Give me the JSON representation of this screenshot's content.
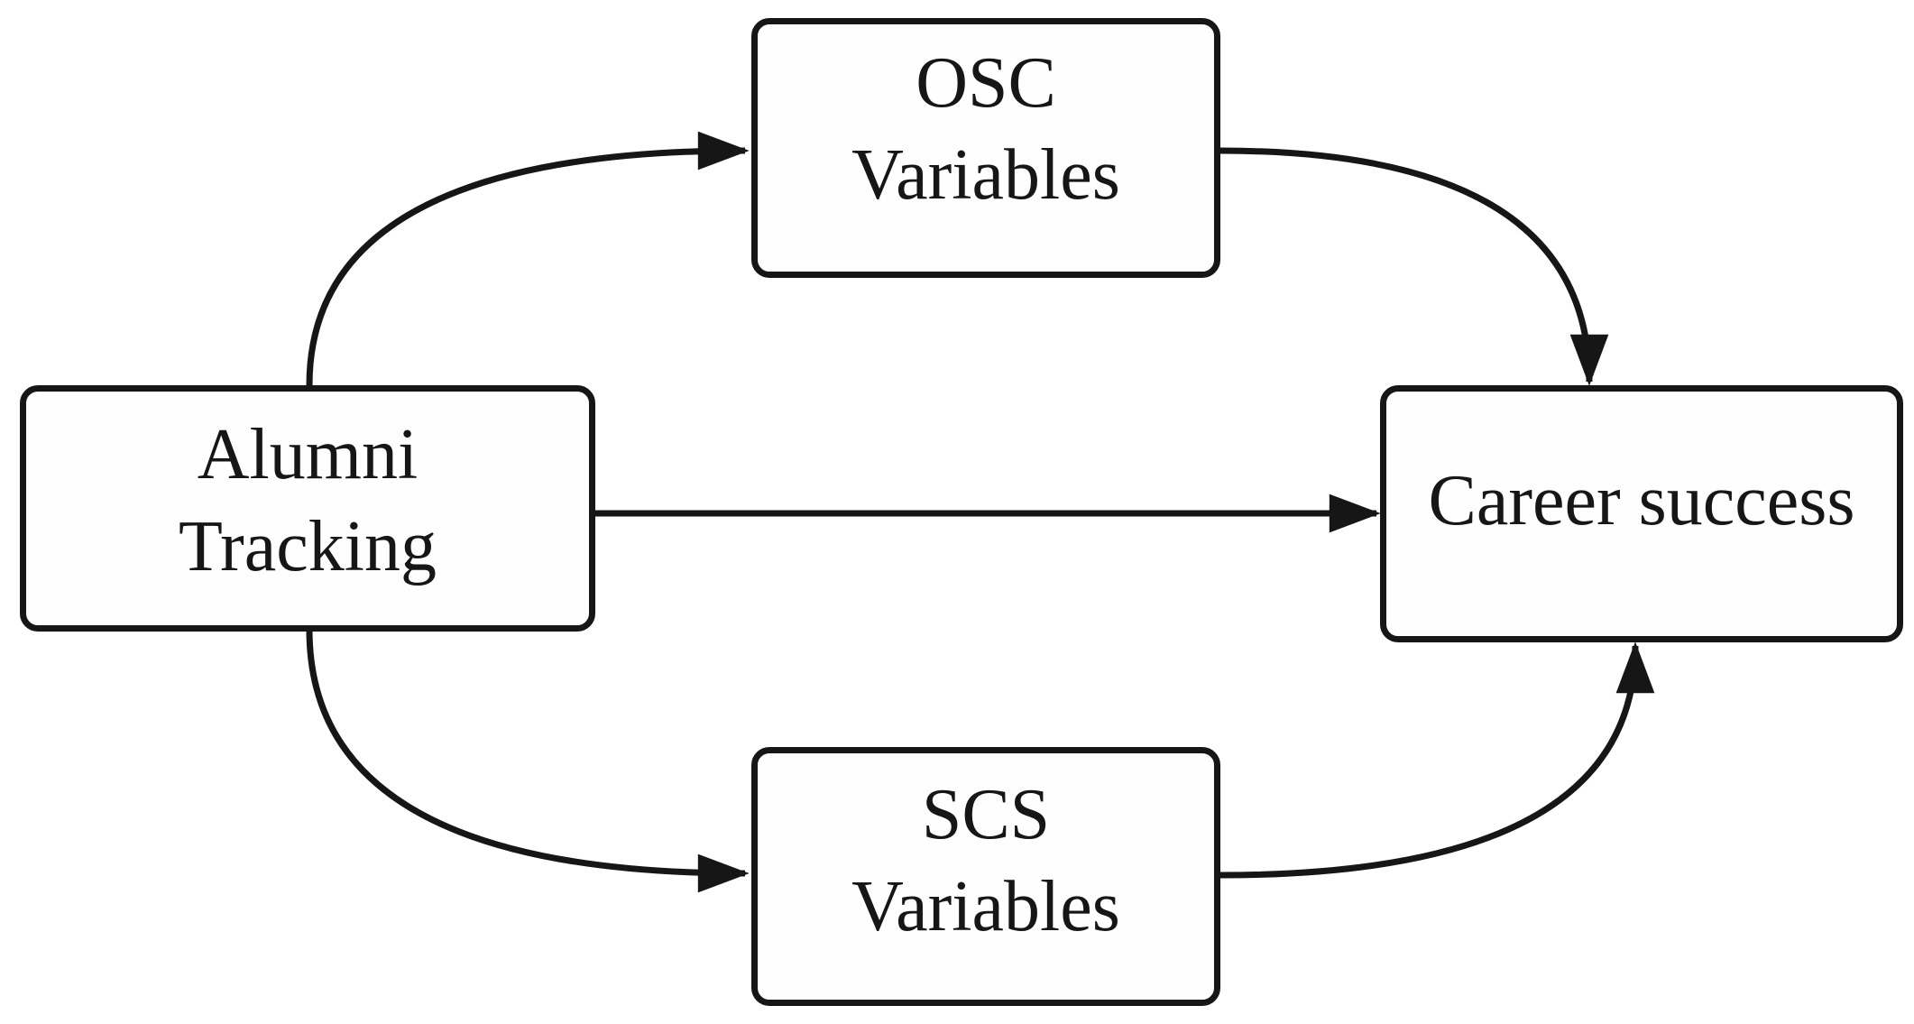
{
  "figure": {
    "type": "path-model-diagram",
    "colors": {
      "background": "#ffffff",
      "ink": "#161616",
      "node_fill": "#fefefe"
    },
    "nodes": {
      "alumni": {
        "line1": "Alumni",
        "line2": "Tracking"
      },
      "osc": {
        "line1": "OSC",
        "line2": "Variables"
      },
      "scs": {
        "line1": "SCS",
        "line2": "Variables"
      },
      "career": {
        "line1": "Career success",
        "line2": ""
      }
    },
    "edges": [
      {
        "id": "alumni-to-osc",
        "from": "Alumni Tracking",
        "to": "OSC Variables",
        "shape": "curved",
        "arrowhead": "right"
      },
      {
        "id": "osc-to-career",
        "from": "OSC Variables",
        "to": "Career success",
        "shape": "curved",
        "arrowhead": "down"
      },
      {
        "id": "alumni-to-career",
        "from": "Alumni Tracking",
        "to": "Career success",
        "shape": "straight",
        "arrowhead": "right"
      },
      {
        "id": "alumni-to-scs",
        "from": "Alumni Tracking",
        "to": "SCS Variables",
        "shape": "curved",
        "arrowhead": "right"
      },
      {
        "id": "scs-to-career",
        "from": "SCS Variables",
        "to": "Career success",
        "shape": "curved",
        "arrowhead": "up"
      }
    ]
  }
}
